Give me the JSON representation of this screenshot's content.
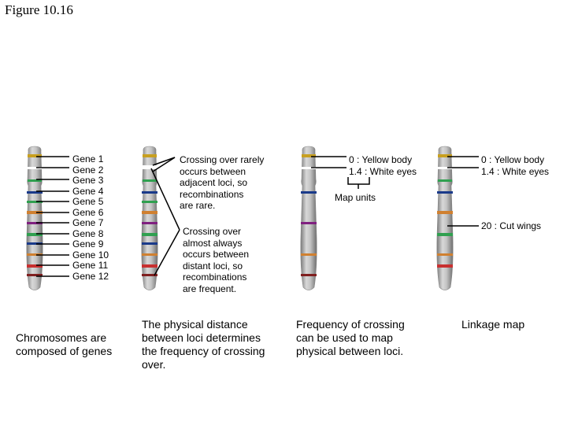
{
  "figure_title": "Figure 10.16",
  "panel1": {
    "genes": [
      "Gene 1",
      "Gene 2",
      "Gene 3",
      "Gene 4",
      "Gene 5",
      "Gene 6",
      "Gene 7",
      "Gene 8",
      "Gene 9",
      "Gene 10",
      "Gene 11",
      "Gene 12"
    ],
    "caption": [
      "Chromosomes are",
      "composed of genes"
    ]
  },
  "panel2": {
    "note_rare": [
      "Crossing over rarely",
      "occurs between",
      "adjacent loci, so",
      "recombinations",
      "are rare."
    ],
    "note_frequent": [
      "Crossing over",
      "almost always",
      "occurs between",
      "distant loci, so",
      "recombinations",
      "are frequent."
    ],
    "caption": [
      "The physical distance",
      "between loci determines",
      "the frequency of crossing",
      "over."
    ]
  },
  "panel3": {
    "loci": [
      "0 : Yellow body",
      "1.4 : White eyes"
    ],
    "map_units_label": "Map units",
    "caption": [
      "Frequency of crossing",
      "can be used to map",
      "physical between loci."
    ]
  },
  "panel4": {
    "loci": [
      "0 : Yellow body",
      "1.4 : White eyes"
    ],
    "cut_wings": "20 : Cut wings",
    "caption": "Linkage map"
  },
  "band_colors": [
    "#c8a020",
    "#ffffff",
    "#30a050",
    "#1a3a8a",
    "#d08030",
    "#802080",
    "#30a050",
    "#1a3a8a",
    "#c83030",
    "#802020"
  ]
}
